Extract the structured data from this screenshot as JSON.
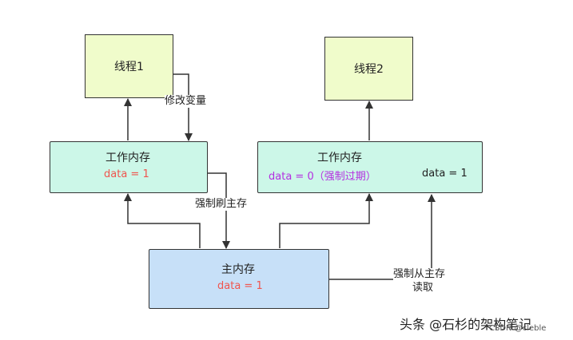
{
  "thread1": {
    "label": "线程1"
  },
  "thread2": {
    "label": "线程2"
  },
  "work_memory_left": {
    "title": "工作内存",
    "value": "data = 1"
  },
  "work_memory_right": {
    "title": "工作内存",
    "old_value": "data = 0（强制过期）",
    "new_value": "data = 1"
  },
  "main_memory": {
    "title": "主内存",
    "value": "data = 1"
  },
  "labels": {
    "modify_variable": "修改变量",
    "force_flush": "强制刷主存",
    "force_read_line1": "强制从主存",
    "force_read_line2": "读取"
  },
  "watermark": {
    "main": "头条 @石杉的架构笔记",
    "small": "CSDN @cleble"
  },
  "colors": {
    "thread_fill": "#f0fccb",
    "work_memory_fill": "#ccf7e8",
    "main_memory_fill": "#c7e0f8",
    "value_red": "#f0544d",
    "value_purple": "#b42ee0",
    "expire_arrow": "#f38b8b"
  }
}
